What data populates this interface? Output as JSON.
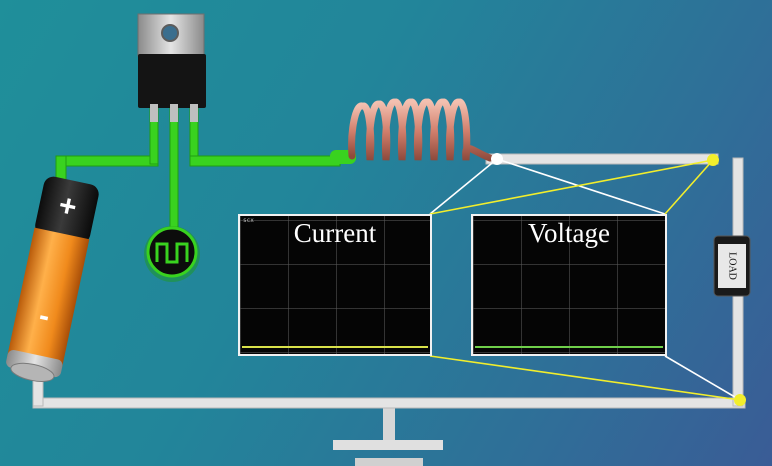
{
  "scopes": {
    "current": {
      "label": "Current",
      "trace_color": "#d9e24a",
      "corner_text": "scx"
    },
    "voltage": {
      "label": "Voltage",
      "trace_color": "#6fcf4a"
    }
  },
  "battery": {
    "positive": "+",
    "negative": "-"
  },
  "load": {
    "label": "LOAD"
  },
  "colors": {
    "green_trace": "#39d21f",
    "wire": "#e6e6e6",
    "probe_yellow": "#f2ee2c",
    "coil": "#d88a78",
    "battery_body": "#f08a1c",
    "battery_cap": "#1a1a1a"
  },
  "icons": {
    "pwm": "square-wave-icon"
  }
}
